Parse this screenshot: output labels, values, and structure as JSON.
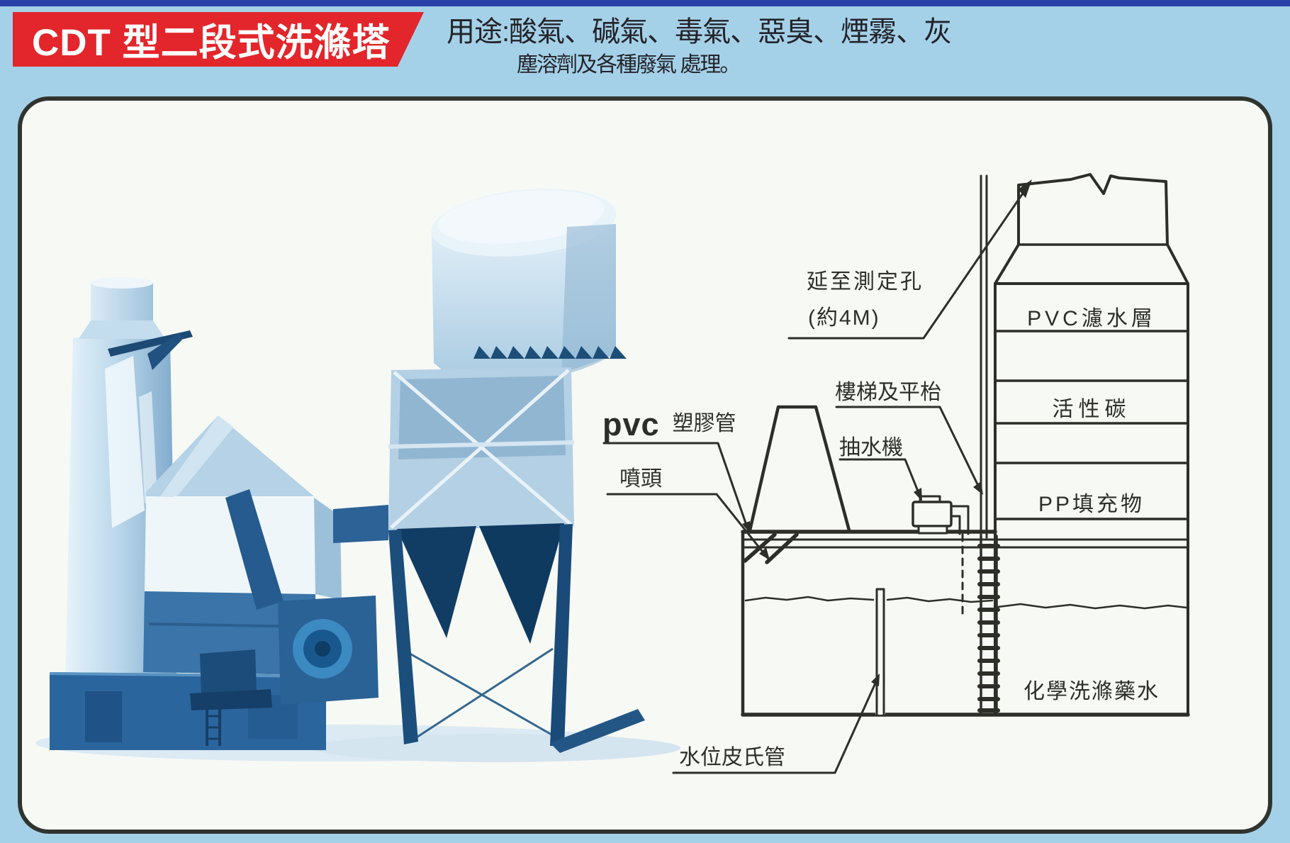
{
  "page": {
    "bg_color": "#a5d1e8",
    "top_strip_color": "#2a41a8",
    "frame_bg": "#f7f9f5",
    "frame_border_color": "#30342f"
  },
  "banner": {
    "title": "CDT 型二段式洗滌塔",
    "bg_color": "#e2262b",
    "text_color": "#ffffff"
  },
  "usage": {
    "line1": "用途:酸氣、碱氣、毒氣、惡臭、煙霧、灰",
    "line2": "塵溶劑及各種廢氣 處理。"
  },
  "diagram": {
    "ink_color": "#2e2e29",
    "labels": {
      "measuring_hole_line1": "延至測定孔",
      "measuring_hole_line2": "(約4M)",
      "stairs_platform": "樓梯及平枱",
      "pvc_prefix": "pvc",
      "pvc_pipe": "塑膠管",
      "spray_nozzle": "噴頭",
      "pump": "抽水機",
      "water_level_tube": "水位皮氏管"
    },
    "tower_layers": [
      "PVC濾水層",
      "活性碳",
      "PP填充物"
    ],
    "tank_label": "化學洗滌藥水"
  },
  "photo": {
    "palette": {
      "light": "#dcebf6",
      "mid": "#aecfe4",
      "deep": "#2f6ba1",
      "dark": "#16456f",
      "fan": "#3f8dc6"
    }
  }
}
